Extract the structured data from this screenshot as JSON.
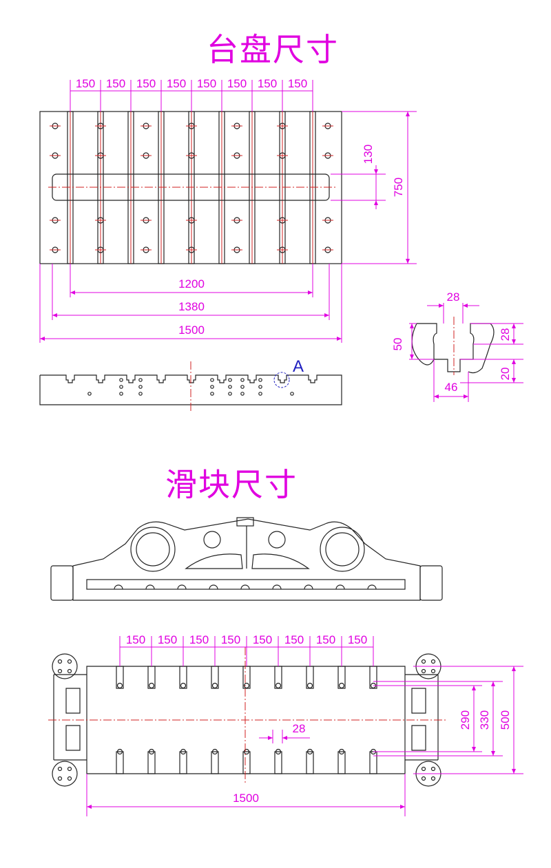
{
  "titles": {
    "table": "台盘尺寸",
    "slide": "滑块尺寸"
  },
  "table_dims": {
    "pitch": [
      "150",
      "150",
      "150",
      "150",
      "150",
      "150",
      "150",
      "150"
    ],
    "height_130": "130",
    "height_750": "750",
    "width_1200": "1200",
    "width_1380": "1380",
    "width_1500": "1500"
  },
  "detail": {
    "label": "A",
    "slot_top": "28",
    "slot_depth": "28",
    "slot_height": "50",
    "slot_base": "20",
    "slot_bottom": "46"
  },
  "slide_dims": {
    "pitch": [
      "150",
      "150",
      "150",
      "150",
      "150",
      "150",
      "150",
      "150"
    ],
    "slot_28": "28",
    "h_290": "290",
    "h_330": "330",
    "h_500": "500",
    "width_1500": "1500"
  },
  "colors": {
    "dimension": "#e000e0",
    "outline": "#222222",
    "centerline": "#d02020",
    "detail_marker": "#2020c0"
  }
}
